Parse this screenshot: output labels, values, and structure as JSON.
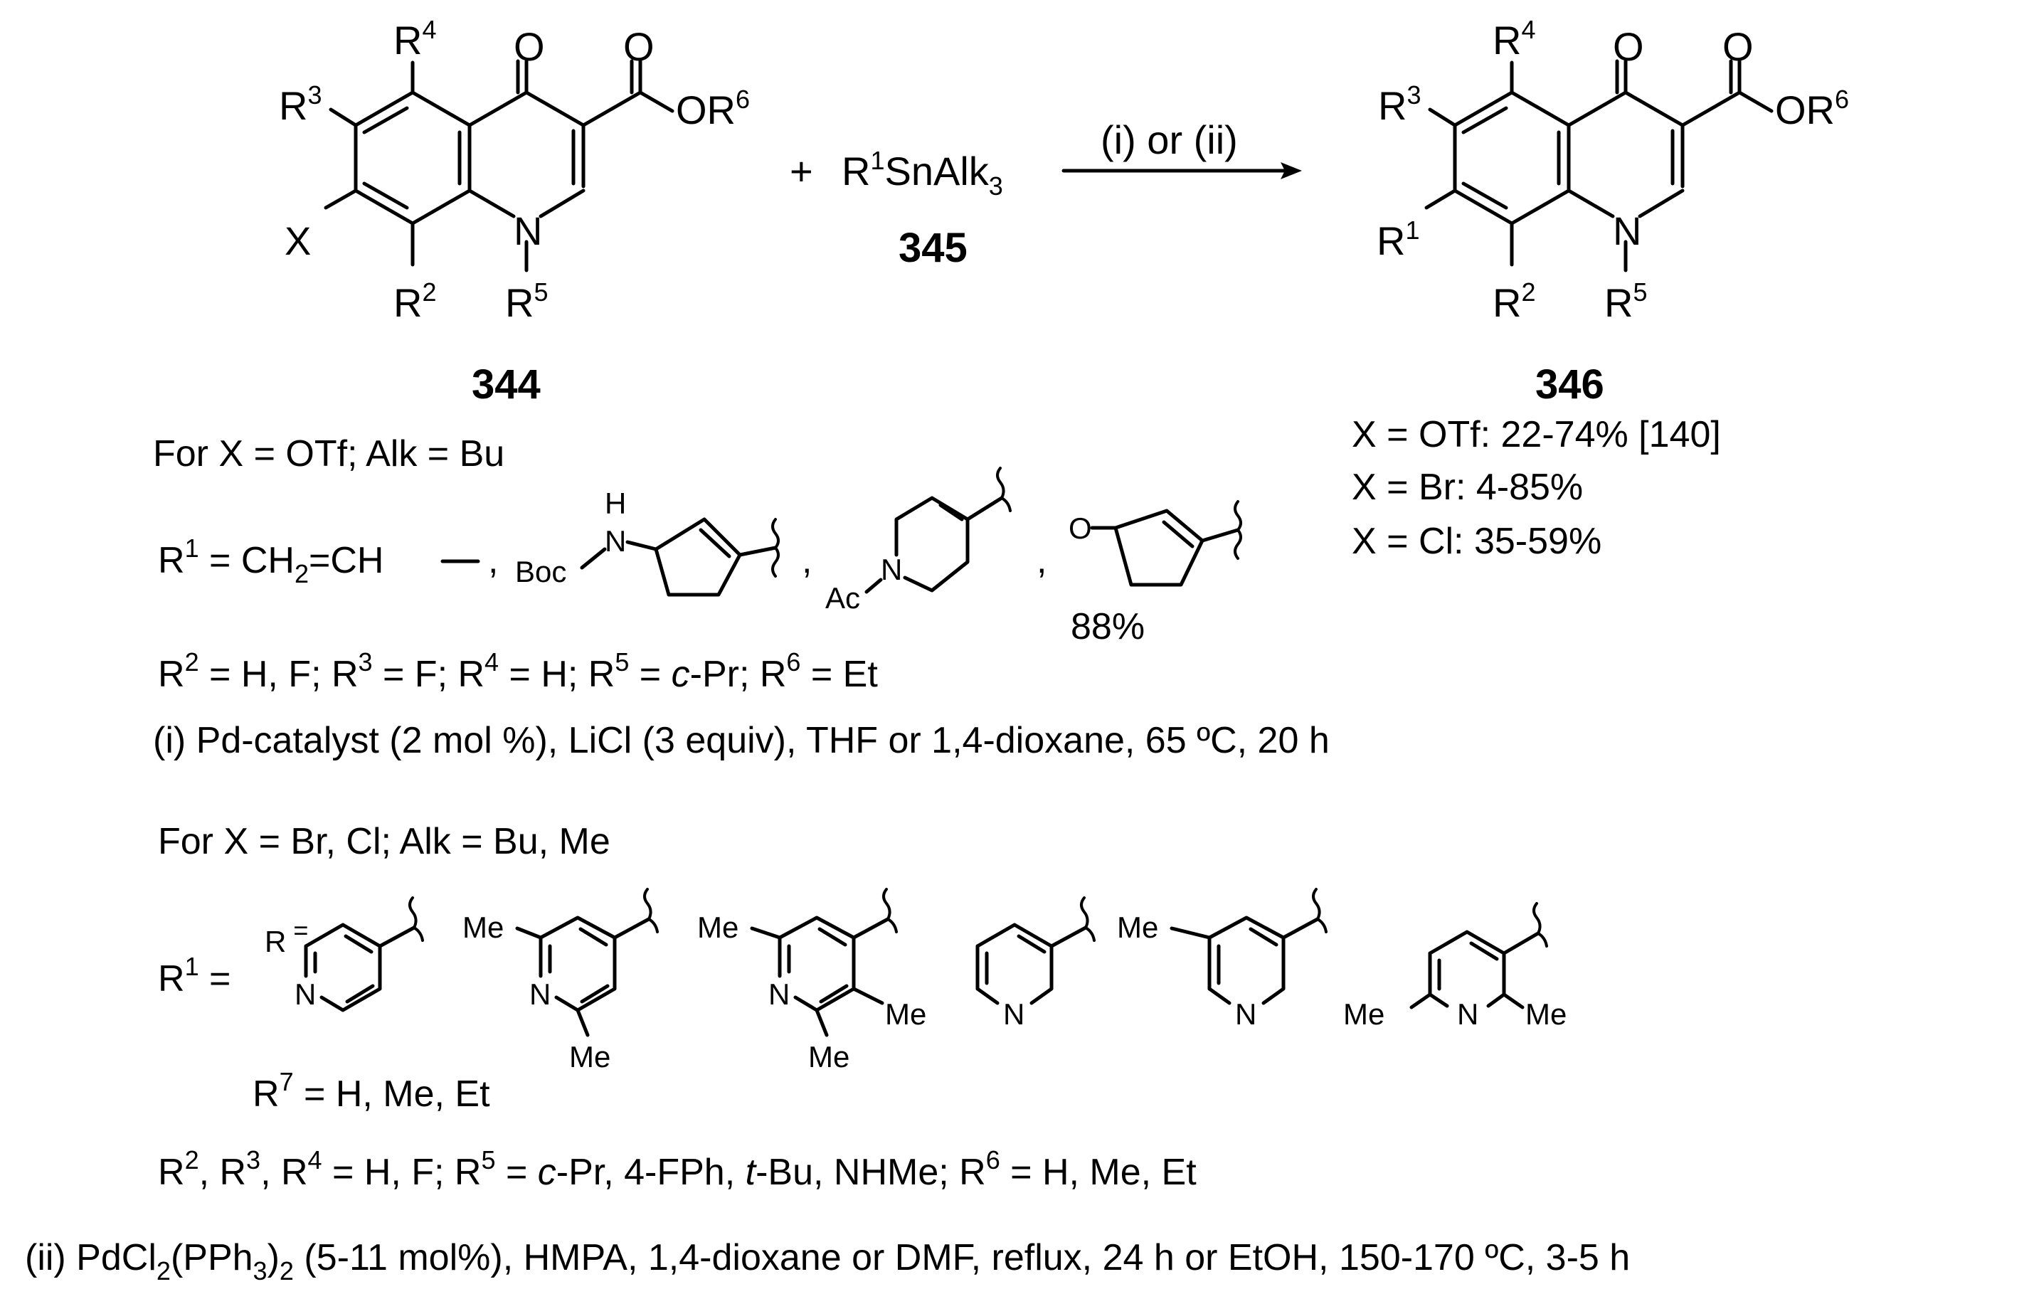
{
  "atoms": {
    "o": "O",
    "n": "N",
    "x": "X",
    "r": "R",
    "me": "Me",
    "boc": "Boc",
    "ac": "Ac",
    "h": "H"
  },
  "reactant": {
    "number": "344",
    "r1": "1",
    "r2": "2",
    "r3": "3",
    "r4": "4",
    "r5": "5",
    "r6": "6",
    "or": "OR"
  },
  "reagent": {
    "plus": "+",
    "formula_r": "R",
    "formula_rest": "SnAlk",
    "formula_sub": "3",
    "number": "345"
  },
  "arrow_label": "(i) or (ii)",
  "product": {
    "number": "346",
    "yields": [
      "X = OTf: 22-74% [140]",
      "X = Br: 4-85%",
      "X = Cl: 35-59%"
    ]
  },
  "section1": {
    "header": "For X = OTf; Alk = Bu",
    "r1_prefix_main": " = CH",
    "r1_sub2": "2",
    "r1_prefix_tail": "=CH",
    "yield_88": "88%",
    "r2_line": {
      "p1": " = H, F; R",
      "p2": " = F; R",
      "p3": " = H; R",
      "p4": " = ",
      "p4_italic": "c",
      "p5": "-Pr; R",
      "p6": " = Et"
    },
    "conditions": "(i) Pd-catalyst (2 mol %), LiCl (3 equiv), THF or 1,4-dioxane, 65 ºC, 20 h"
  },
  "section2": {
    "header": "For X = Br, Cl; Alk = Bu, Me",
    "r1_label": " =",
    "r7_line": " = H, Me, Et",
    "r_line": {
      "p1": ", R",
      "p2": ", R",
      "p3": " = H, F; R",
      "p4": " = ",
      "p4_italic": "c",
      "p5": "-Pr, 4-FPh, ",
      "p5_italic": "t",
      "p6": "-Bu, NHMe; R",
      "p7": " = H, Me, Et"
    },
    "conditions_parts": {
      "a": "(ii) PdCl",
      "a_sub": "2",
      "b": "(PPh",
      "b_sub": "3",
      "c": ")",
      "c_sub": "2",
      "d": " (5-11 mol%), HMPA, 1,4-dioxane or DMF, reflux, 24 h or EtOH, 150-170 ºC, 3-5 h"
    }
  }
}
